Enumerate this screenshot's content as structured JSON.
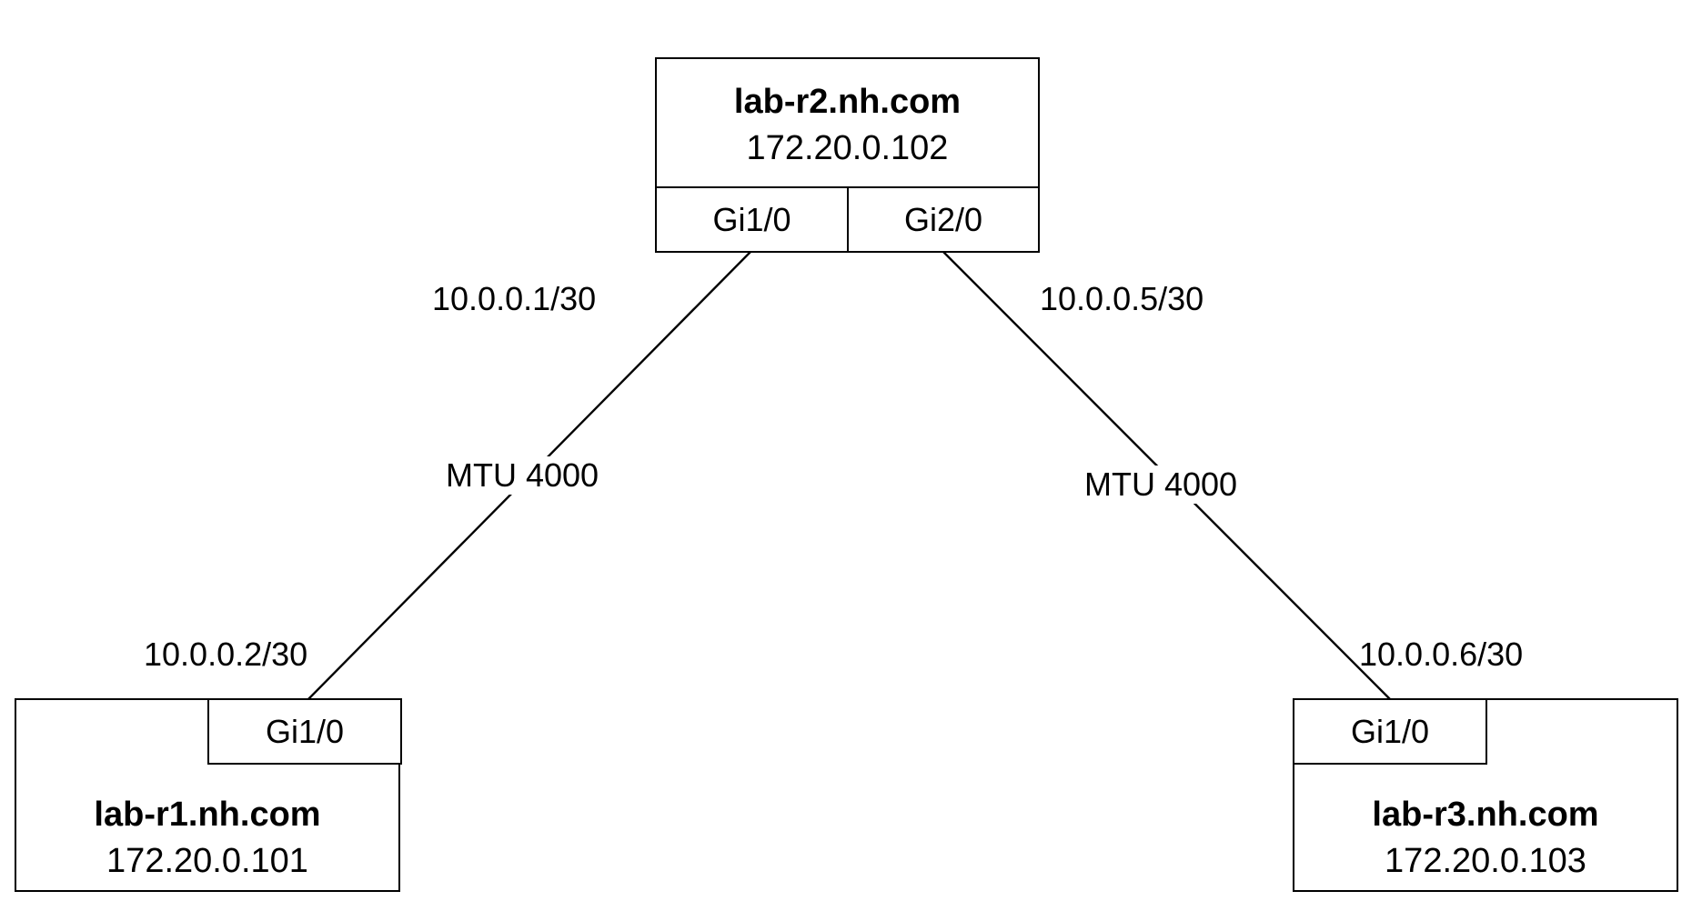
{
  "routers": {
    "r2": {
      "hostname": "lab-r2.nh.com",
      "mgmt_ip": "172.20.0.102",
      "ports": [
        "Gi1/0",
        "Gi2/0"
      ]
    },
    "r1": {
      "hostname": "lab-r1.nh.com",
      "mgmt_ip": "172.20.0.101",
      "ports": [
        "Gi1/0"
      ]
    },
    "r3": {
      "hostname": "lab-r3.nh.com",
      "mgmt_ip": "172.20.0.103",
      "ports": [
        "Gi1/0"
      ]
    }
  },
  "links": [
    {
      "from": "r2 Gi1/0",
      "to": "r1 Gi1/0",
      "ip_a": "10.0.0.1/30",
      "ip_b": "10.0.0.2/30",
      "mtu": "MTU 4000"
    },
    {
      "from": "r2 Gi2/0",
      "to": "r3 Gi1/0",
      "ip_a": "10.0.0.5/30",
      "ip_b": "10.0.0.6/30",
      "mtu": "MTU 4000"
    }
  ]
}
